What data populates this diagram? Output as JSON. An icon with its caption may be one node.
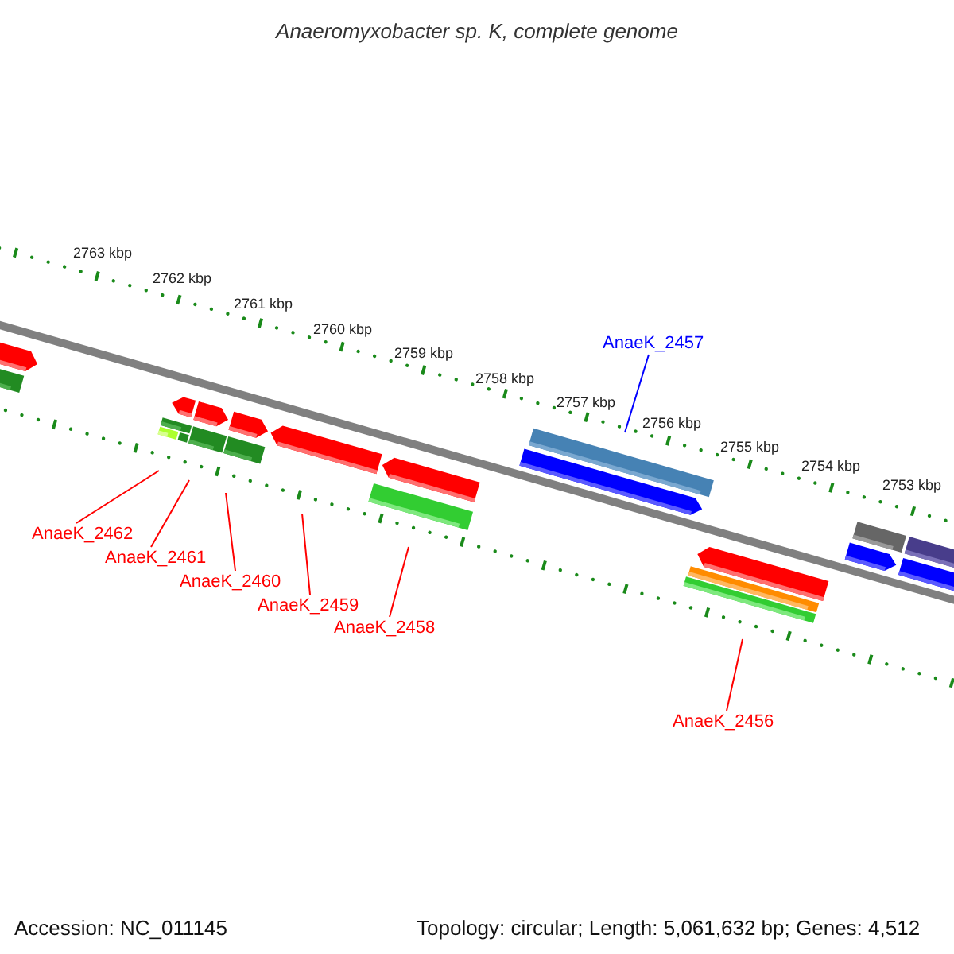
{
  "diagram": {
    "title": "Anaeromyxobacter sp. K, complete genome",
    "nodes": [
      {
        "text": [
          "AnaeK_2457"
        ]
      },
      {
        "text": [
          "AnaeK_2462"
        ]
      },
      {
        "text": [
          "AnaeK_2461"
        ]
      },
      {
        "text": [
          "AnaeK_2460"
        ]
      },
      {
        "text": [
          "AnaeK_2459"
        ]
      },
      {
        "text": [
          "AnaeK_2458"
        ]
      },
      {
        "text": [
          "AnaeK_2456"
        ]
      }
    ],
    "edges": [
      {
        "from": 0,
        "to": null,
        "arrow": "none",
        "color": "#0000ff"
      },
      {
        "from": 1,
        "to": null,
        "arrow": "none"
      },
      {
        "from": 2,
        "to": null,
        "arrow": "none"
      },
      {
        "from": 3,
        "to": null,
        "arrow": "none"
      },
      {
        "from": 4,
        "to": null,
        "arrow": "none"
      },
      {
        "from": 5,
        "to": null,
        "arrow": "none"
      },
      {
        "from": 6,
        "to": null,
        "arrow": "none"
      }
    ],
    "labels": [
      "2763 kbp",
      "2762 kbp",
      "2761 kbp",
      "2760 kbp",
      "2759 kbp",
      "2758 kbp",
      "2757 kbp",
      "2756 kbp",
      "2755 kbp",
      "2754 kbp",
      "2753 kbp",
      "Accession: NC_011145",
      "Topology: circular; Length: 5,061,632 bp; Genes: 4,512"
    ]
  }
}
